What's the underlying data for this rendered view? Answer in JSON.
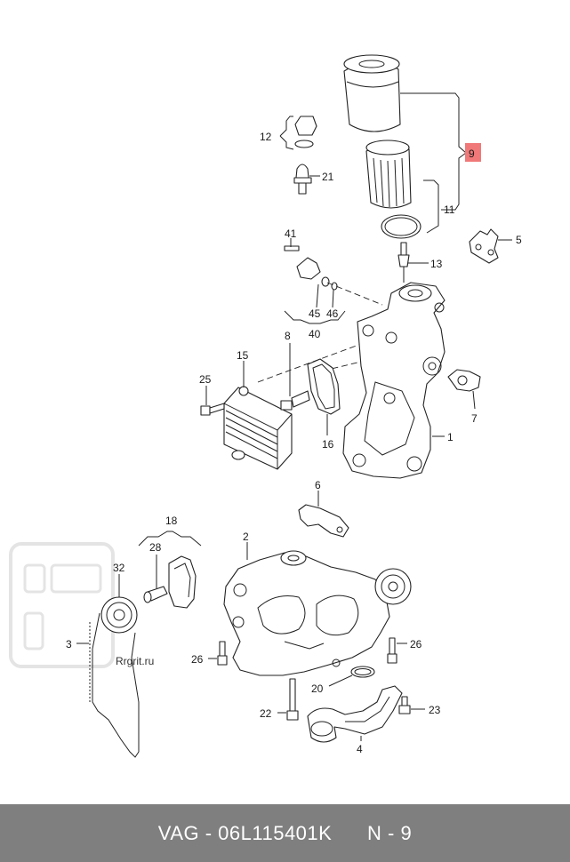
{
  "watermark": "Rrgrit.ru",
  "callouts": {
    "c1": "1",
    "c2": "2",
    "c3": "3",
    "c4": "4",
    "c5": "5",
    "c6": "6",
    "c7": "7",
    "c8": "8",
    "c9": "9",
    "c11": "11",
    "c12": "12",
    "c13": "13",
    "c15": "15",
    "c16": "16",
    "c18": "18",
    "c20": "20",
    "c21": "21",
    "c22": "22",
    "c23": "23",
    "c25": "25",
    "c26a": "26",
    "c26b": "26",
    "c28": "28",
    "c32": "32",
    "c40": "40",
    "c41": "41",
    "c45": "45",
    "c46": "46"
  },
  "footer": {
    "part_number": "VAG - 06L115401K",
    "position": "N - 9"
  },
  "colors": {
    "highlight": "#f07878",
    "footer_bg": "#7f7f7f"
  }
}
